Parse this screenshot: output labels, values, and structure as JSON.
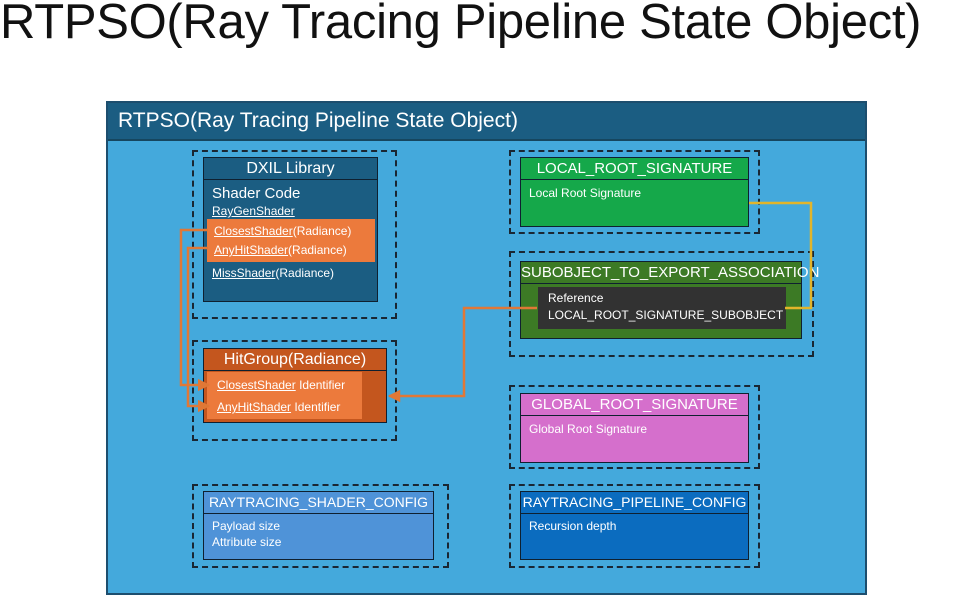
{
  "title": "RTPSO(Ray Tracing Pipeline State Object)",
  "container_title": "RTPSO(Ray Tracing Pipeline State Object)",
  "dxil": {
    "title": "DXIL Library",
    "section": "Shader Code",
    "raygen": "RayGenShader",
    "closest_name": "ClosestShader",
    "closest_suffix": "(Radiance)",
    "anyhit_name": "AnyHitShader",
    "anyhit_suffix": "(Radiance)",
    "miss_name": "MissShader",
    "miss_suffix": "(Radiance)"
  },
  "hitgroup": {
    "title": "HitGroup(Radiance)",
    "closest_name": "ClosestShader",
    "closest_suffix": "Identifier",
    "anyhit_name": "AnyHitShader",
    "anyhit_suffix": "Identifier"
  },
  "local_root": {
    "title": "LOCAL_ROOT_SIGNATURE",
    "body": "Local Root Signature"
  },
  "association": {
    "title": "SUBOBJECT_TO_EXPORT_ASSOCIATION",
    "line1": "Reference",
    "line2": "LOCAL_ROOT_SIGNATURE_SUBOBJECT"
  },
  "global_root": {
    "title": "GLOBAL_ROOT_SIGNATURE",
    "body": "Global Root Signature"
  },
  "shader_config": {
    "title": "RAYTRACING_SHADER_CONFIG",
    "line1": "Payload size",
    "line2": "Attribute size"
  },
  "pipeline_config": {
    "title": "RAYTRACING_PIPELINE_CONFIG",
    "line1": "Recursion depth"
  },
  "colors": {
    "container": "#44a9dc",
    "container_header": "#1b5d82",
    "dxil": "#1b5d82",
    "highlight_orange": "#ec7a3c",
    "hitgroup": "#c4561e",
    "local_root": "#15a84a",
    "association": "#3c7a25",
    "reference_box": "#323232",
    "global_root": "#d56fcc",
    "shader_config": "#4f93d8",
    "pipeline_config": "#0b6cbf",
    "arrow_orange": "#e07836",
    "arrow_yellow": "#e2b52a"
  }
}
